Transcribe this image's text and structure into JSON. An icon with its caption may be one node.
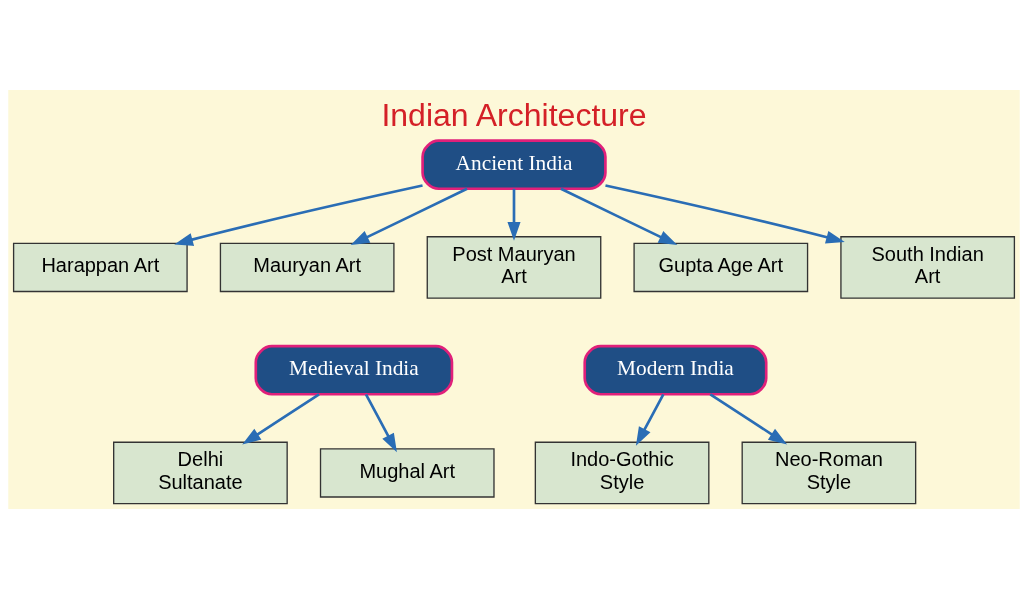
{
  "diagram": {
    "title": "Indian Architecture",
    "nodes": [
      {
        "text": [
          "Ancient India"
        ]
      },
      {
        "text": [
          "Harappan Art"
        ]
      },
      {
        "text": [
          "Mauryan Art"
        ]
      },
      {
        "text": [
          "Post Mauryan Art"
        ]
      },
      {
        "text": [
          "Gupta Age Art"
        ]
      },
      {
        "text": [
          "South Indian Art"
        ]
      },
      {
        "text": [
          "Medieval India"
        ]
      },
      {
        "text": [
          "Delhi Sultanate"
        ]
      },
      {
        "text": [
          "Mughal Art"
        ]
      },
      {
        "text": [
          "Modern India"
        ]
      },
      {
        "text": [
          "Indo-Gothic Style"
        ]
      },
      {
        "text": [
          "Neo-Roman Style"
        ]
      }
    ],
    "edges": [
      {
        "from": 0,
        "to": 1,
        "arrow": "to",
        "color": "#2a6db5"
      },
      {
        "from": 0,
        "to": 2,
        "arrow": "to",
        "color": "#2a6db5"
      },
      {
        "from": 0,
        "to": 3,
        "arrow": "to",
        "color": "#2a6db5"
      },
      {
        "from": 0,
        "to": 4,
        "arrow": "to",
        "color": "#2a6db5"
      },
      {
        "from": 0,
        "to": 5,
        "arrow": "to",
        "color": "#2a6db5"
      },
      {
        "from": 6,
        "to": 7,
        "arrow": "to",
        "color": "#2a6db5"
      },
      {
        "from": 6,
        "to": 8,
        "arrow": "to",
        "color": "#2a6db5"
      },
      {
        "from": 9,
        "to": 10,
        "arrow": "to",
        "color": "#2a6db5"
      },
      {
        "from": 9,
        "to": 11,
        "arrow": "to",
        "color": "#2a6db5"
      }
    ]
  }
}
